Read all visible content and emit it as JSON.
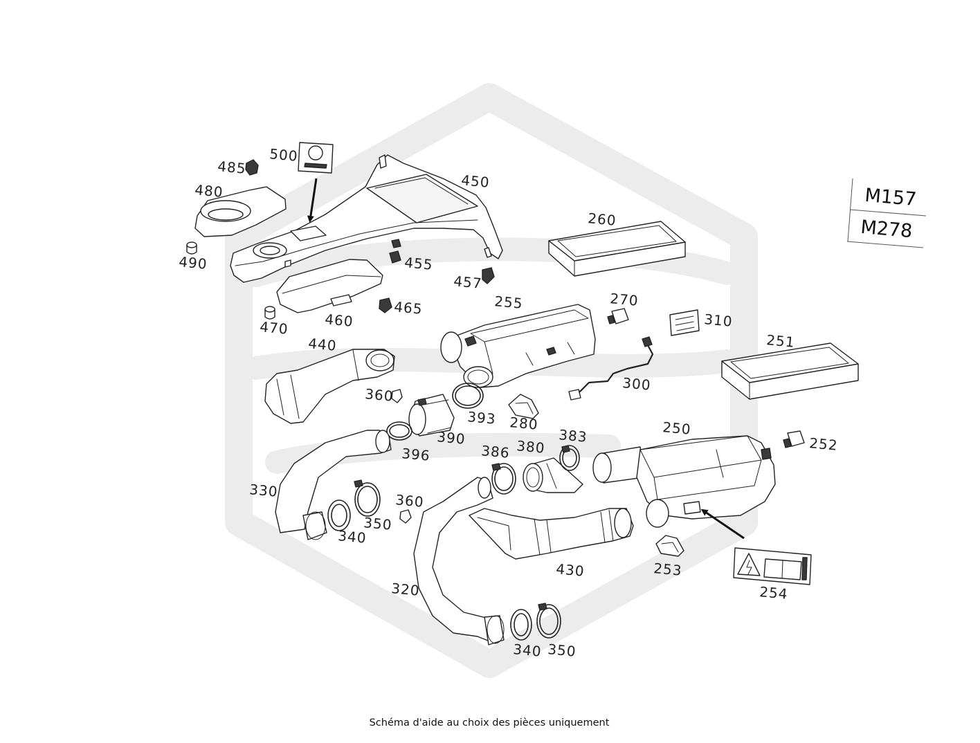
{
  "engine_codes": {
    "primary": "M157",
    "secondary": "M278"
  },
  "caption": "Schéma d'aide au choix des pièces uniquement",
  "callouts": [
    "485",
    "500",
    "480",
    "450",
    "490",
    "455",
    "457",
    "260",
    "255",
    "270",
    "465",
    "470",
    "460",
    "310",
    "440",
    "251",
    "300",
    "360",
    "393",
    "280",
    "390",
    "250",
    "383",
    "252",
    "396",
    "386",
    "380",
    "330",
    "360",
    "350",
    "340",
    "430",
    "253",
    "320",
    "254",
    "340",
    "350"
  ],
  "colors": {
    "line": "#222222",
    "watermark": "#ececec",
    "background": "#ffffff"
  }
}
